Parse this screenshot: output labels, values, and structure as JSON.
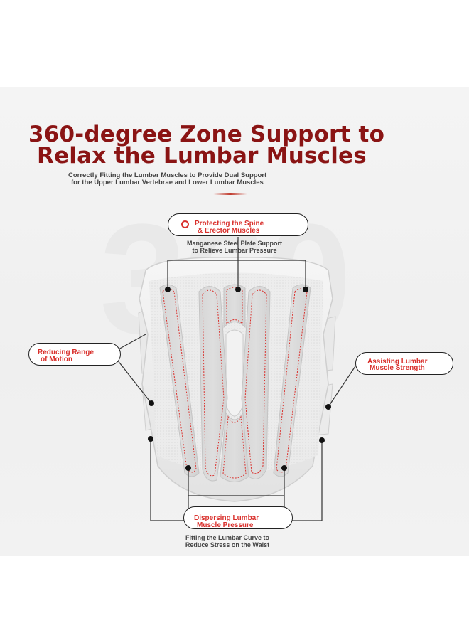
{
  "title": {
    "line1": "360-degree Zone Support to",
    "line2": "Relax the Lumbar Muscles"
  },
  "subtitle": {
    "line1": "Correctly Fitting the Lumbar Muscles to Provide Dual Support",
    "line2": "for the Upper Lumbar Vertebrae and Lower Lumbar Muscles"
  },
  "background_numeral": "360",
  "callouts": {
    "spine": {
      "line1": "Protecting the Spine",
      "line2": "& Erector Muscles"
    },
    "steel_plate": {
      "line1": "Manganese Steel Plate Support",
      "line2": "to Relieve Lumbar Pressure"
    },
    "range": {
      "line1": "Reducing Range",
      "line2": "of Motion"
    },
    "strength": {
      "line1": "Assisting Lumbar",
      "line2": "Muscle Strength"
    },
    "dispersing": {
      "line1": "Dispersing Lumbar",
      "line2": "Muscle Pressure"
    },
    "curve": {
      "line1": "Fitting the Lumbar Curve to",
      "line2": "Reduce Stress on the Waist"
    }
  },
  "colors": {
    "title": "#8a1414",
    "callout_text": "#d9302c",
    "stitching": "#d9302c",
    "brace": "#e6e6e6"
  }
}
